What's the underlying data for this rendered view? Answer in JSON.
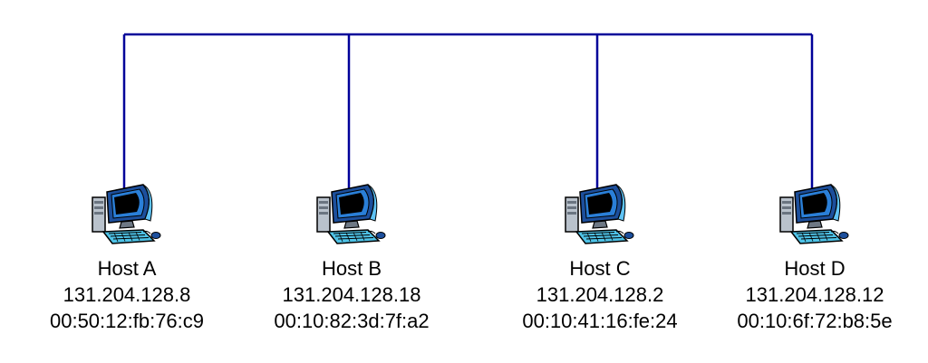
{
  "network": {
    "bus_color": "#000099"
  },
  "hosts": [
    {
      "name": "Host A",
      "ip": "131.204.128.8",
      "mac": "00:50:12:fb:76:c9",
      "icon": "computer-icon"
    },
    {
      "name": "Host B",
      "ip": "131.204.128.18",
      "mac": "00:10:82:3d:7f:a2",
      "icon": "computer-icon"
    },
    {
      "name": "Host C",
      "ip": "131.204.128.2",
      "mac": "00:10:41:16:fe:24",
      "icon": "computer-icon"
    },
    {
      "name": "Host D",
      "ip": "131.204.128.12",
      "mac": "00:10:6f:72:b8:5e",
      "icon": "computer-icon"
    }
  ]
}
